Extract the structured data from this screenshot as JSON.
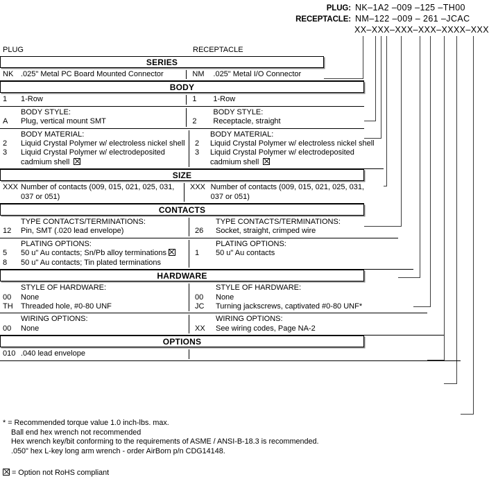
{
  "part_numbers": {
    "plug_label": "PLUG:",
    "plug_value": "NK–1A2 –009 –125 –TH00",
    "receptacle_label": "RECEPTACLE:",
    "receptacle_value": "NM–122 –009 – 261 –JCAC",
    "mask": "XX–XXX–XXX–XXX–XXXX–XXX"
  },
  "columns": {
    "left": "PLUG",
    "right": "RECEPTACLE"
  },
  "sections": [
    {
      "title": "SERIES",
      "rows": [
        {
          "left": {
            "heading": "",
            "items": [
              {
                "code": "NK",
                "desc": ".025\" Metal PC Board Mounted Connector"
              }
            ]
          },
          "right": {
            "heading": "",
            "items": [
              {
                "code": "NM",
                "desc": ".025\" Metal I/O Connector"
              }
            ]
          }
        }
      ]
    },
    {
      "title": "BODY",
      "rows": [
        {
          "left": {
            "heading": "",
            "items": [
              {
                "code": "1",
                "desc": "1-Row"
              }
            ]
          },
          "right": {
            "heading": "",
            "items": [
              {
                "code": "1",
                "desc": "1-Row"
              }
            ]
          }
        },
        {
          "left": {
            "heading": "BODY STYLE:",
            "items": [
              {
                "code": "A",
                "desc": "Plug, vertical mount SMT"
              }
            ]
          },
          "right": {
            "heading": "BODY STYLE:",
            "items": [
              {
                "code": "2",
                "desc": "Receptacle, straight"
              }
            ]
          }
        },
        {
          "left": {
            "heading": "BODY MATERIAL:",
            "items": [
              {
                "code": "2",
                "desc": "Liquid Crystal Polymer w/ electroless nickel shell"
              },
              {
                "code": "3",
                "desc": "Liquid Crystal Polymer w/ electrodeposited",
                "desc2": "cadmium shell",
                "rohs": true
              }
            ]
          },
          "right": {
            "heading": "BODY MATERIAL:",
            "items": [
              {
                "code": "2",
                "desc": "Liquid Crystal Polymer w/ electroless nickel shell"
              },
              {
                "code": "3",
                "desc": "Liquid Crystal Polymer w/ electrodeposited",
                "desc2": "cadmium shell",
                "rohs": true
              }
            ]
          }
        }
      ]
    },
    {
      "title": "SIZE",
      "rows": [
        {
          "left": {
            "heading": "",
            "items": [
              {
                "code": "XXX",
                "desc": "Number of contacts (009, 015, 021, 025, 031,",
                "desc2": "037 or 051)"
              }
            ]
          },
          "right": {
            "heading": "",
            "items": [
              {
                "code": "XXX",
                "desc": "Number of contacts (009, 015, 021, 025, 031,",
                "desc2": "037 or 051)"
              }
            ]
          }
        }
      ]
    },
    {
      "title": "CONTACTS",
      "rows": [
        {
          "left": {
            "heading": "TYPE CONTACTS/TERMINATIONS:",
            "items": [
              {
                "code": "12",
                "desc": "Pin, SMT (.020 lead envelope)"
              }
            ]
          },
          "right": {
            "heading": "TYPE CONTACTS/TERMINATIONS:",
            "items": [
              {
                "code": "26",
                "desc": "Socket, straight, crimped wire"
              }
            ]
          }
        },
        {
          "left": {
            "heading": "PLATING OPTIONS:",
            "items": [
              {
                "code": "5",
                "desc": "50 u\" Au contacts; Sn/Pb alloy terminations",
                "rohs": true
              },
              {
                "code": "8",
                "desc": "50 u\" Au contacts; Tin plated terminations"
              }
            ]
          },
          "right": {
            "heading": "PLATING OPTIONS:",
            "items": [
              {
                "code": "1",
                "desc": "50 u\" Au contacts"
              }
            ]
          }
        }
      ]
    },
    {
      "title": "HARDWARE",
      "rows": [
        {
          "left": {
            "heading": "STYLE OF HARDWARE:",
            "items": [
              {
                "code": "00",
                "desc": "None"
              },
              {
                "code": "TH",
                "desc": "Threaded hole, #0-80 UNF"
              }
            ]
          },
          "right": {
            "heading": "STYLE OF HARDWARE:",
            "items": [
              {
                "code": "00",
                "desc": "None"
              },
              {
                "code": "JC",
                "desc": "Turning jackscrews, captivated #0-80 UNF*"
              }
            ]
          }
        },
        {
          "left": {
            "heading": "WIRING OPTIONS:",
            "items": [
              {
                "code": "00",
                "desc": "None"
              }
            ]
          },
          "right": {
            "heading": "WIRING OPTIONS:",
            "items": [
              {
                "code": "XX",
                "desc": "See wiring codes, Page NA-2"
              }
            ]
          }
        }
      ]
    },
    {
      "title": "OPTIONS",
      "rows": [
        {
          "left": {
            "heading": "",
            "items": [
              {
                "code": "010",
                "desc": ".040 lead envelope"
              }
            ]
          },
          "right": {
            "heading": "",
            "items": [
              {
                "code": "",
                "desc": ""
              }
            ]
          }
        }
      ]
    }
  ],
  "footnotes": {
    "line1": "* = Recommended torque value 1.0 inch-lbs. max.",
    "line2": "Ball end hex wrench not recommended",
    "line3": "Hex wrench key/bit conforming to the requirements of ASME / ANSI-B-18.3 is recommended.",
    "line4": ".050\" hex L-key long arm wrench - order AirBorn p/n CDG14148.",
    "rohs_note": "= Option not RoHS compliant"
  }
}
